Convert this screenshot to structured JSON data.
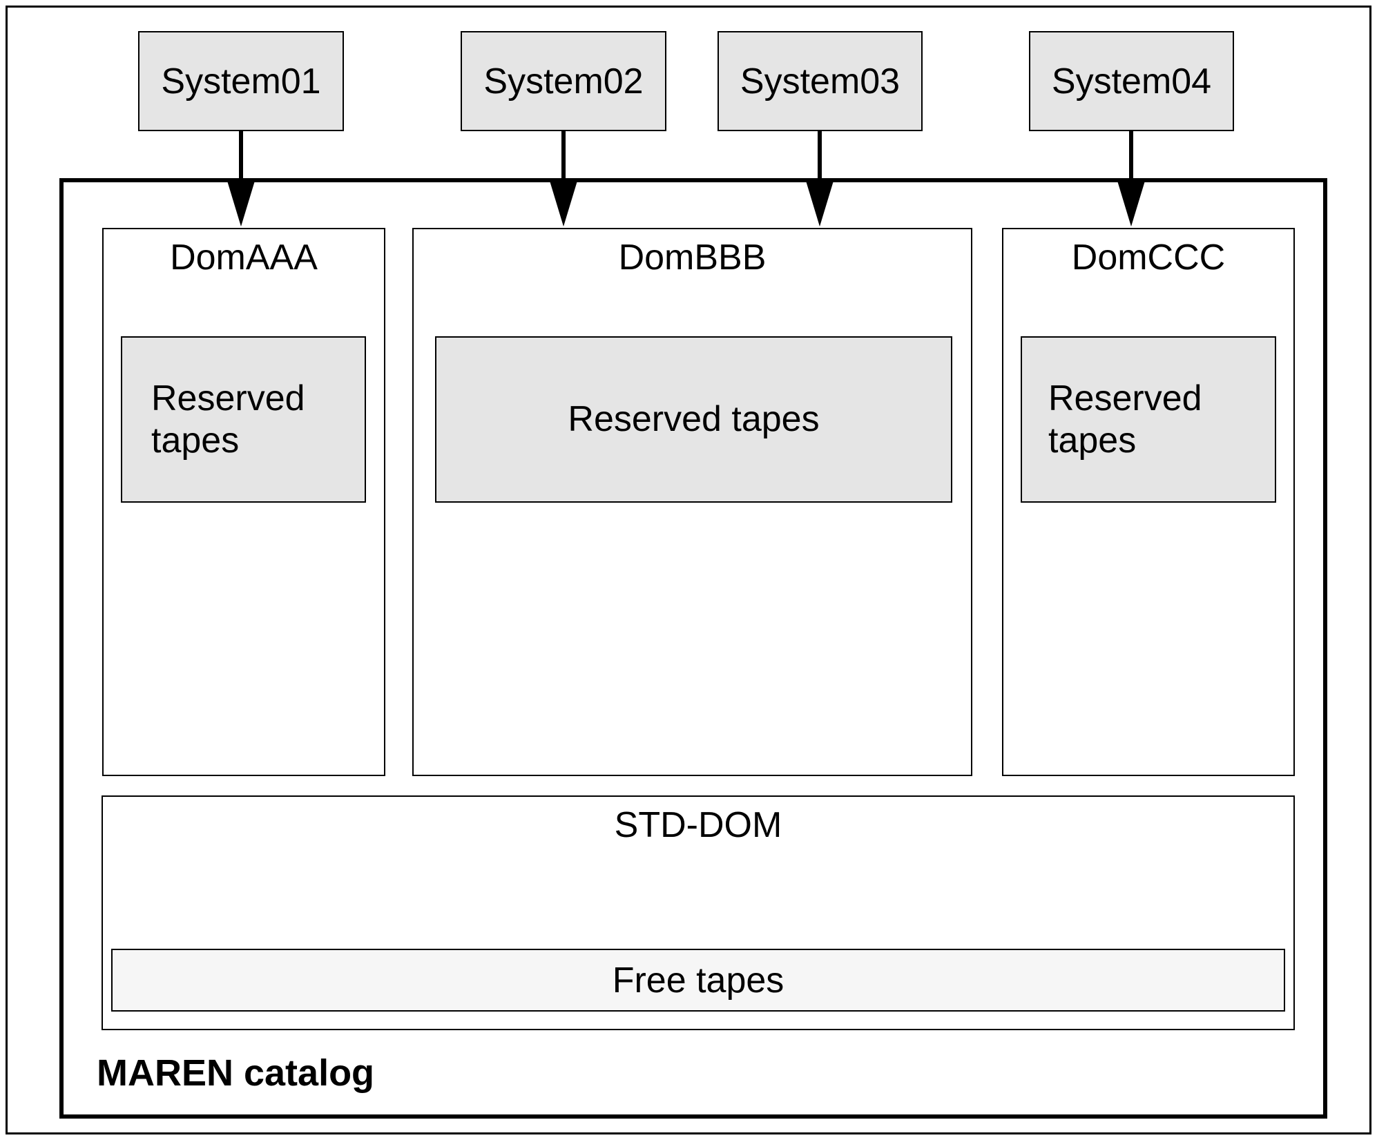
{
  "systems": [
    {
      "label": "System01"
    },
    {
      "label": "System02"
    },
    {
      "label": "System03"
    },
    {
      "label": "System04"
    }
  ],
  "connections": [
    {
      "from": "System01",
      "to": "DomAAA"
    },
    {
      "from": "System02",
      "to": "DomBBB"
    },
    {
      "from": "System03",
      "to": "DomBBB"
    },
    {
      "from": "System04",
      "to": "DomCCC"
    }
  ],
  "catalog": {
    "label": "MAREN catalog",
    "domains": [
      {
        "name": "DomAAA",
        "reserved_label": "Reserved tapes"
      },
      {
        "name": "DomBBB",
        "reserved_label": "Reserved tapes"
      },
      {
        "name": "DomCCC",
        "reserved_label": "Reserved tapes"
      }
    ],
    "std_domain": {
      "name": "STD-DOM",
      "free_label": "Free tapes"
    }
  },
  "colors": {
    "box_fill_gray": "#e5e5e5",
    "free_tapes_fill": "#f6f6f6",
    "line_black": "#000000",
    "background": "#ffffff"
  }
}
